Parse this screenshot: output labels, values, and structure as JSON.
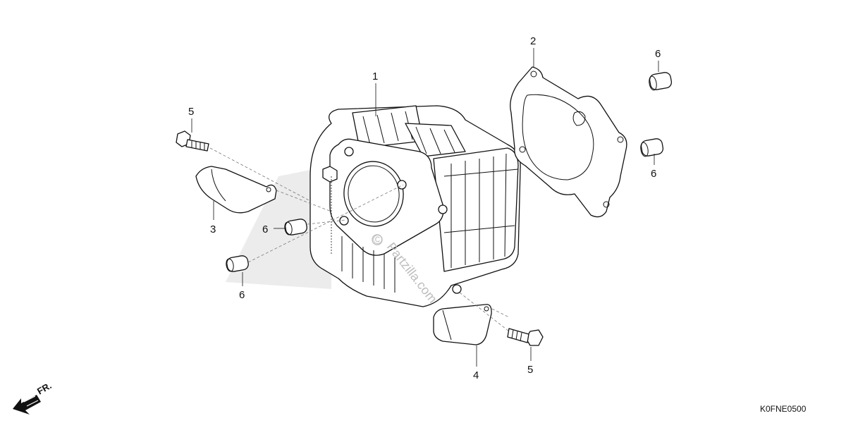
{
  "callouts": {
    "c1": "1",
    "c2": "2",
    "c3": "3",
    "c4": "4",
    "c5a": "5",
    "c5b": "5",
    "c6a": "6",
    "c6b": "6",
    "c6c": "6",
    "c6d": "6"
  },
  "orientation": {
    "label": "FR."
  },
  "diagram_code": "K0FNE0500",
  "watermark": {
    "text": "Partzilla.com",
    "symbol": "©"
  }
}
